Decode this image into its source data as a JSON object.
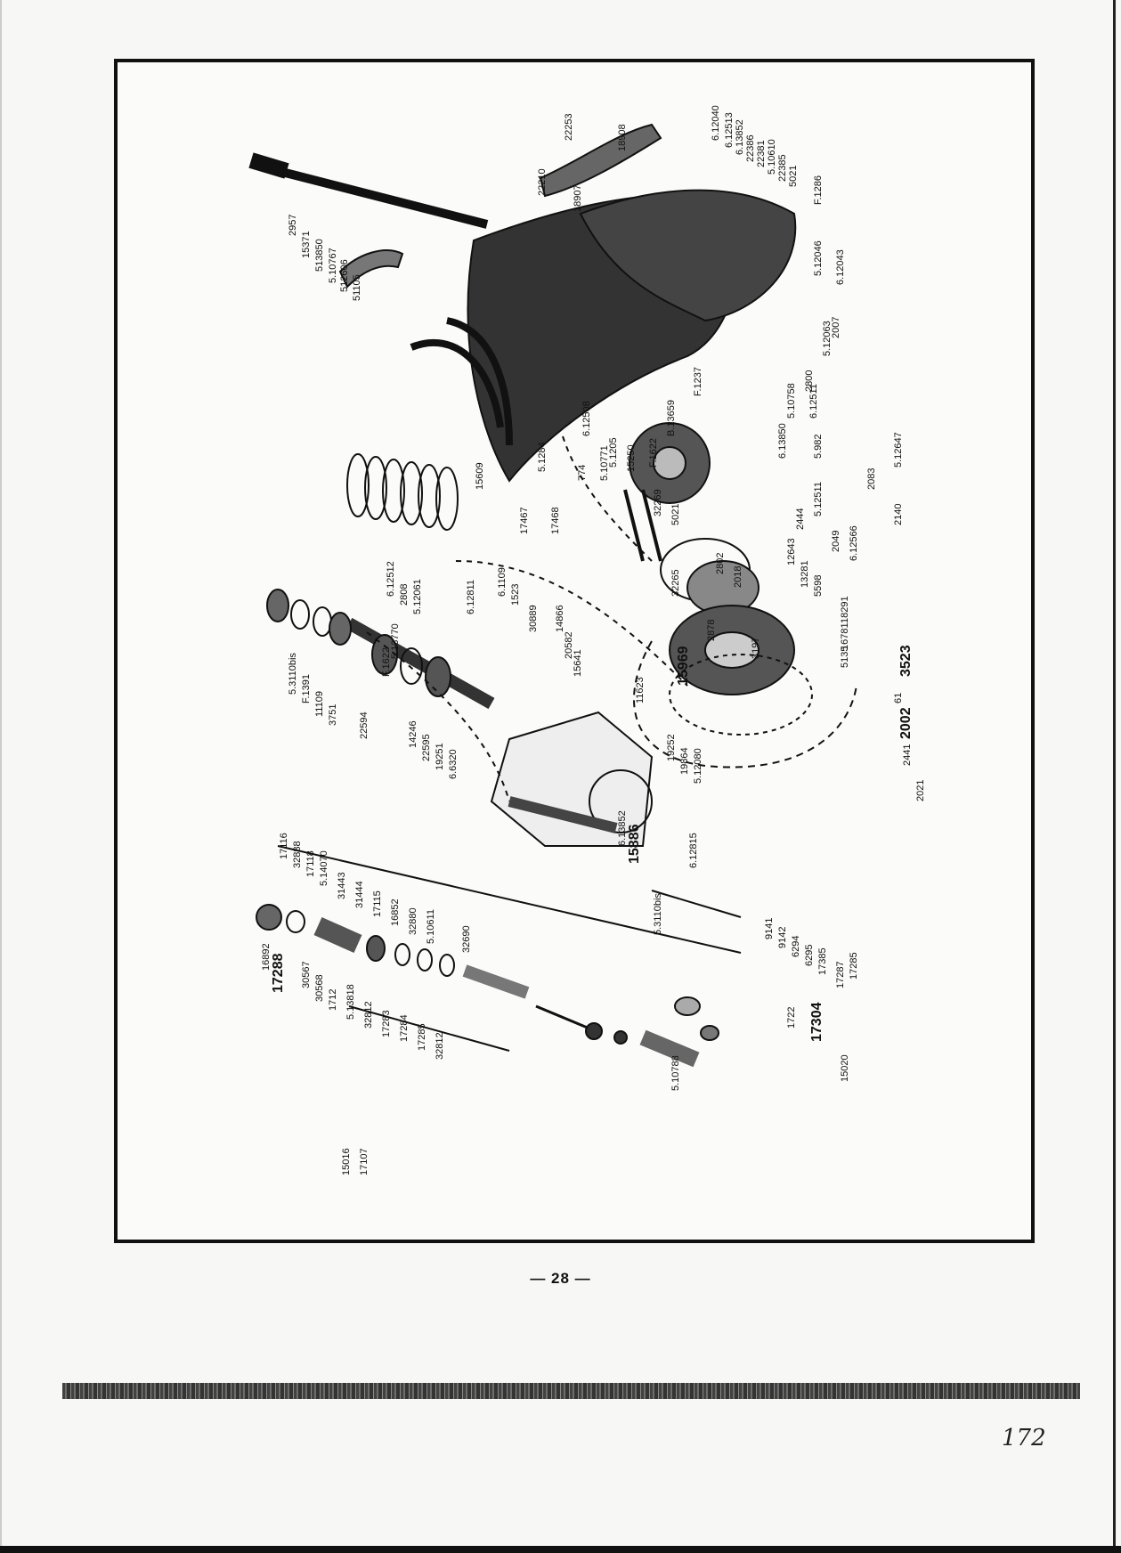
{
  "page": {
    "page_number": "— 28 —",
    "handwritten_note": "172"
  },
  "diagram": {
    "part_labels": [
      "22253",
      "18908",
      "22210",
      "18907",
      "6.12040",
      "6.12513",
      "6.13852",
      "22386",
      "22381",
      "5.10610",
      "22385",
      "5021",
      "F.1286",
      "5.12046",
      "6.12043",
      "2007",
      "5.12063",
      "2800",
      "6.12511",
      "2957",
      "15371",
      "513850",
      "5.10767",
      "512606",
      "51105",
      "F.1237",
      "F.1622",
      "B.13659",
      "5021",
      "32269",
      "32265",
      "15250",
      "774",
      "5.10771",
      "5.1205",
      "6.12508",
      "6.13850",
      "5.10758",
      "5.982",
      "5.12511",
      "2444",
      "2049",
      "6.12566",
      "2083",
      "5.12647",
      "2140",
      "15609",
      "5.1284",
      "17467",
      "17468",
      "6.1109",
      "1523",
      "6.12512",
      "2808",
      "5.12061",
      "6.12811",
      "30889",
      "14866",
      "20582",
      "15641",
      "11623",
      "5.13770",
      "F.1622",
      "12643",
      "13281",
      "5598",
      "2802",
      "2018",
      "18291",
      "16781",
      "5135",
      "2878",
      "3197",
      "3523",
      "61",
      "15969",
      "2002",
      "2441",
      "2021",
      "5.3110bis",
      "F.1391",
      "11109",
      "3751",
      "22594",
      "14246",
      "22595",
      "19251",
      "6.6320",
      "19252",
      "19864",
      "5.12080",
      "6.12815",
      "6.13852",
      "15886",
      "5.3110bis",
      "9141",
      "9142",
      "6294",
      "6295",
      "17385",
      "17287",
      "17285",
      "17116",
      "32888",
      "17118",
      "5.14070",
      "31443",
      "31444",
      "17115",
      "16852",
      "32880",
      "5.10611",
      "32690",
      "16892",
      "17288",
      "30567",
      "30568",
      "1712",
      "5.13818",
      "32812",
      "17283",
      "17284",
      "17285",
      "32812",
      "5.10788",
      "1722",
      "17304",
      "15020",
      "15016",
      "17107"
    ]
  }
}
